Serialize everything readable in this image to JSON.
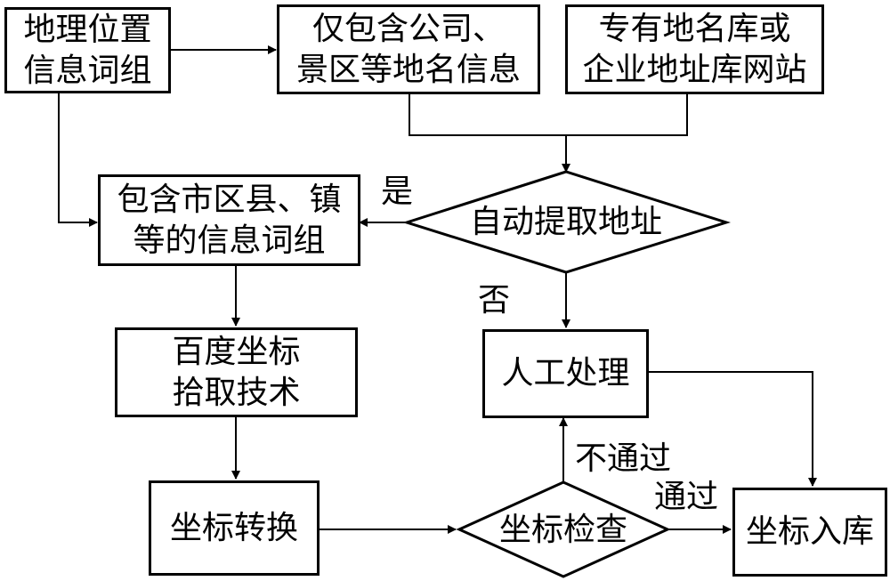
{
  "nodes": {
    "geo_info_terms": {
      "lines": [
        "地理位置",
        "信息词组"
      ]
    },
    "company_scenic_only": {
      "lines": [
        "仅包含公司、",
        "景区等地名信息"
      ]
    },
    "gazetteer_sites": {
      "lines": [
        "专有地名库或",
        "企业地址库网站"
      ]
    },
    "city_district_terms": {
      "lines": [
        "包含市区县、镇",
        "等的信息词组"
      ]
    },
    "baidu_picker": {
      "lines": [
        "百度坐标",
        "拾取技术"
      ]
    },
    "coord_convert": {
      "lines": [
        "坐标转换"
      ]
    },
    "manual_processing": {
      "lines": [
        "人工处理"
      ]
    },
    "coord_storage": {
      "lines": [
        "坐标入库"
      ]
    }
  },
  "decisions": {
    "auto_extract": {
      "label": "自动提取地址"
    },
    "coord_check": {
      "label": "坐标检查"
    }
  },
  "edge_labels": {
    "yes": "是",
    "no": "否",
    "fail": "不通过",
    "pass": "通过"
  }
}
